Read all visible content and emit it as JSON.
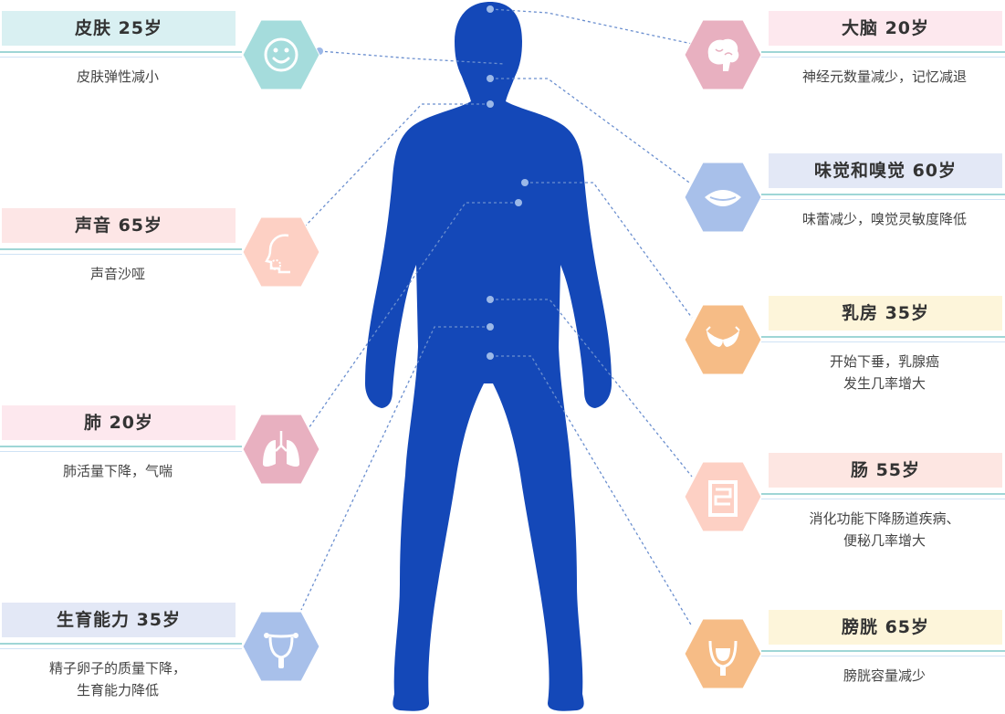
{
  "colors": {
    "body": "#1448b8",
    "dots": "#9bb8e8",
    "teal": "#a4dcdc",
    "pink": "#fde6ea",
    "blue": "#e6eaf7",
    "yellow": "#fdf4d8",
    "salmon": "#fde8e2"
  },
  "left": [
    {
      "title": "皮肤 25岁",
      "desc": "皮肤弹性减小",
      "icon": "smile-face-icon",
      "color": "#a5dcdc",
      "bg": "#d9f0f2"
    },
    {
      "title": "声音 65岁",
      "desc": "声音沙哑",
      "icon": "voice-head-icon",
      "color": "#fdd0c4",
      "bg": "#fde6e6"
    },
    {
      "title": "肺 20岁",
      "desc": "肺活量下降，气喘",
      "icon": "lungs-icon",
      "color": "#e8b0c0",
      "bg": "#fde8ee"
    },
    {
      "title": "生育能力 35岁",
      "desc": "精子卵子的质量下降，\n生育能力降低",
      "icon": "uterus-icon",
      "color": "#a8c0ea",
      "bg": "#e3e8f6"
    }
  ],
  "right": [
    {
      "title": "大脑  20岁",
      "desc": "神经元数量减少，记忆减退",
      "icon": "brain-icon",
      "color": "#e8b0c0",
      "bg": "#fde8ee"
    },
    {
      "title": "味觉和嗅觉 60岁",
      "desc": "味蕾减少，嗅觉灵敏度降低",
      "icon": "mouth-icon",
      "color": "#a8c0ea",
      "bg": "#e3e8f6"
    },
    {
      "title": "乳房 35岁",
      "desc": "开始下垂，乳腺癌\n发生几率增大",
      "icon": "bra-icon",
      "color": "#f6bc86",
      "bg": "#fdf5da"
    },
    {
      "title": "肠 55岁",
      "desc": "消化功能下降肠道疾病、\n便秘几率增大",
      "icon": "intestine-icon",
      "color": "#fdd0c4",
      "bg": "#fde6e2"
    },
    {
      "title": "膀胱  65岁",
      "desc": "膀胱容量减少",
      "icon": "bladder-icon",
      "color": "#f6bc86",
      "bg": "#fdf5da"
    }
  ]
}
